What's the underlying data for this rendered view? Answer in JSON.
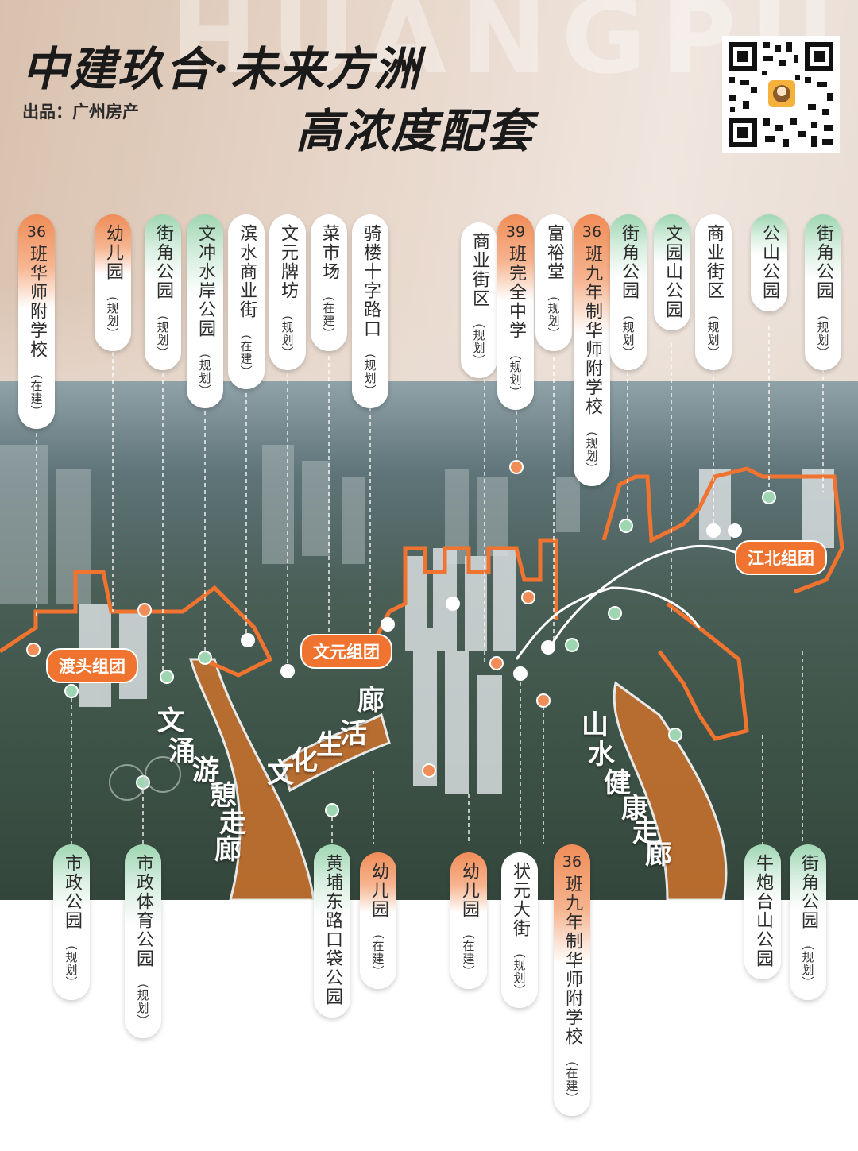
{
  "header": {
    "title_line1": "中建玖合·未来方洲",
    "title_line2": "高浓度配套",
    "producer": "出品：广州房产",
    "watermark": "HUANGPU"
  },
  "colors": {
    "orange": "#f08d58",
    "green": "#9fd6b2",
    "cluster": "#f0732f"
  },
  "top_labels": [
    {
      "num": "36",
      "name": "班华师附学校",
      "status": "（在建）",
      "color": "orange"
    },
    {
      "name": "幼儿园",
      "status": "（规划）",
      "color": "orange"
    },
    {
      "name": "街角公园",
      "status": "（规划）",
      "color": "green"
    },
    {
      "name": "文冲水岸公园",
      "status": "（规划）",
      "color": "green"
    },
    {
      "name": "滨水商业街",
      "status": "（在建）",
      "color": "white"
    },
    {
      "name": "文元牌坊",
      "status": "（规划）",
      "color": "white"
    },
    {
      "name": "菜市场",
      "status": "（在建）",
      "color": "white"
    },
    {
      "name": "骑楼十字路口",
      "status": "（规划）",
      "color": "white"
    },
    {
      "name": "商业街区",
      "status": "（规划）",
      "color": "white"
    },
    {
      "num": "39",
      "name": "班完全中学",
      "status": "（规划）",
      "color": "orange"
    },
    {
      "name": "富裕堂",
      "status": "（规划）",
      "color": "white"
    },
    {
      "num": "36",
      "name": "班九年制华师附学校",
      "status": "（规划）",
      "color": "orange"
    },
    {
      "name": "街角公园",
      "status": "（规划）",
      "color": "green"
    },
    {
      "name": "文园山公园",
      "status": "",
      "color": "green"
    },
    {
      "name": "商业街区",
      "status": "（规划）",
      "color": "white"
    },
    {
      "name": "公山公园",
      "status": "",
      "color": "green"
    },
    {
      "name": "街角公园",
      "status": "（规划）",
      "color": "green"
    }
  ],
  "bottom_labels": [
    {
      "name": "市政公园",
      "status": "（规划）",
      "color": "green"
    },
    {
      "name": "市政体育公园",
      "status": "（规划）",
      "color": "green"
    },
    {
      "name": "黄埔东路口袋公园",
      "status": "",
      "color": "green"
    },
    {
      "name": "幼儿园",
      "status": "（在建）",
      "color": "orange"
    },
    {
      "name": "幼儿园",
      "status": "（在建）",
      "color": "orange"
    },
    {
      "name": "状元大街",
      "status": "（规划）",
      "color": "white"
    },
    {
      "num": "36",
      "name": "班九年制华师附学校",
      "status": "（在建）",
      "color": "orange"
    },
    {
      "name": "牛炮台山公园",
      "status": "",
      "color": "green"
    },
    {
      "name": "街角公园",
      "status": "（规划）",
      "color": "green"
    }
  ],
  "clusters": [
    "渡头组团",
    "文元组团",
    "江北组团"
  ],
  "corridors": {
    "left": [
      "文",
      "涌",
      "游",
      "憩",
      "走",
      "廊"
    ],
    "middle": [
      "文",
      "化",
      "生",
      "活",
      "廊"
    ],
    "right": [
      "山",
      "水",
      "健",
      "康",
      "走",
      "廊"
    ]
  }
}
